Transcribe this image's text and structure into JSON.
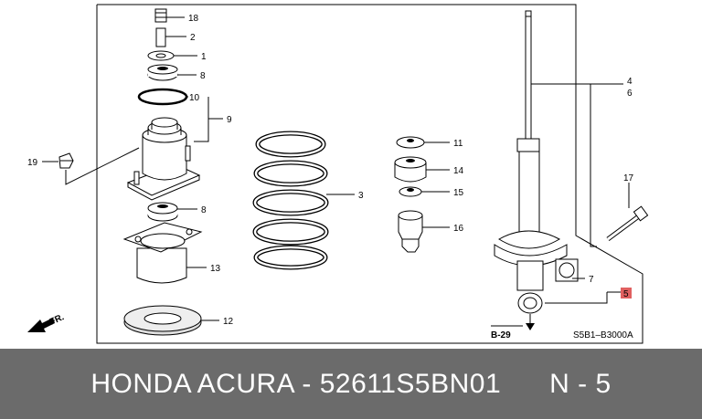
{
  "callouts": {
    "c18": "18",
    "c2": "2",
    "c1": "1",
    "c8a": "8",
    "c10": "10",
    "c9": "9",
    "c19": "19",
    "c8b": "8",
    "c13": "13",
    "c12": "12",
    "c3": "3",
    "c11": "11",
    "c14": "14",
    "c15": "15",
    "c16": "16",
    "c4": "4",
    "c6": "6",
    "c17": "17",
    "c7": "7",
    "c5": "5"
  },
  "direction_label": "FR.",
  "reference_label": "B-29",
  "drawing_code": "S5B1–B3000A",
  "caption": {
    "brand": "HONDA ACURA",
    "separator": " - ",
    "part_number": "52611S5BN01",
    "position": "N - 5"
  },
  "colors": {
    "caption_bg": "#6b6b6b",
    "caption_text": "#ffffff",
    "highlight": "#e06060"
  }
}
